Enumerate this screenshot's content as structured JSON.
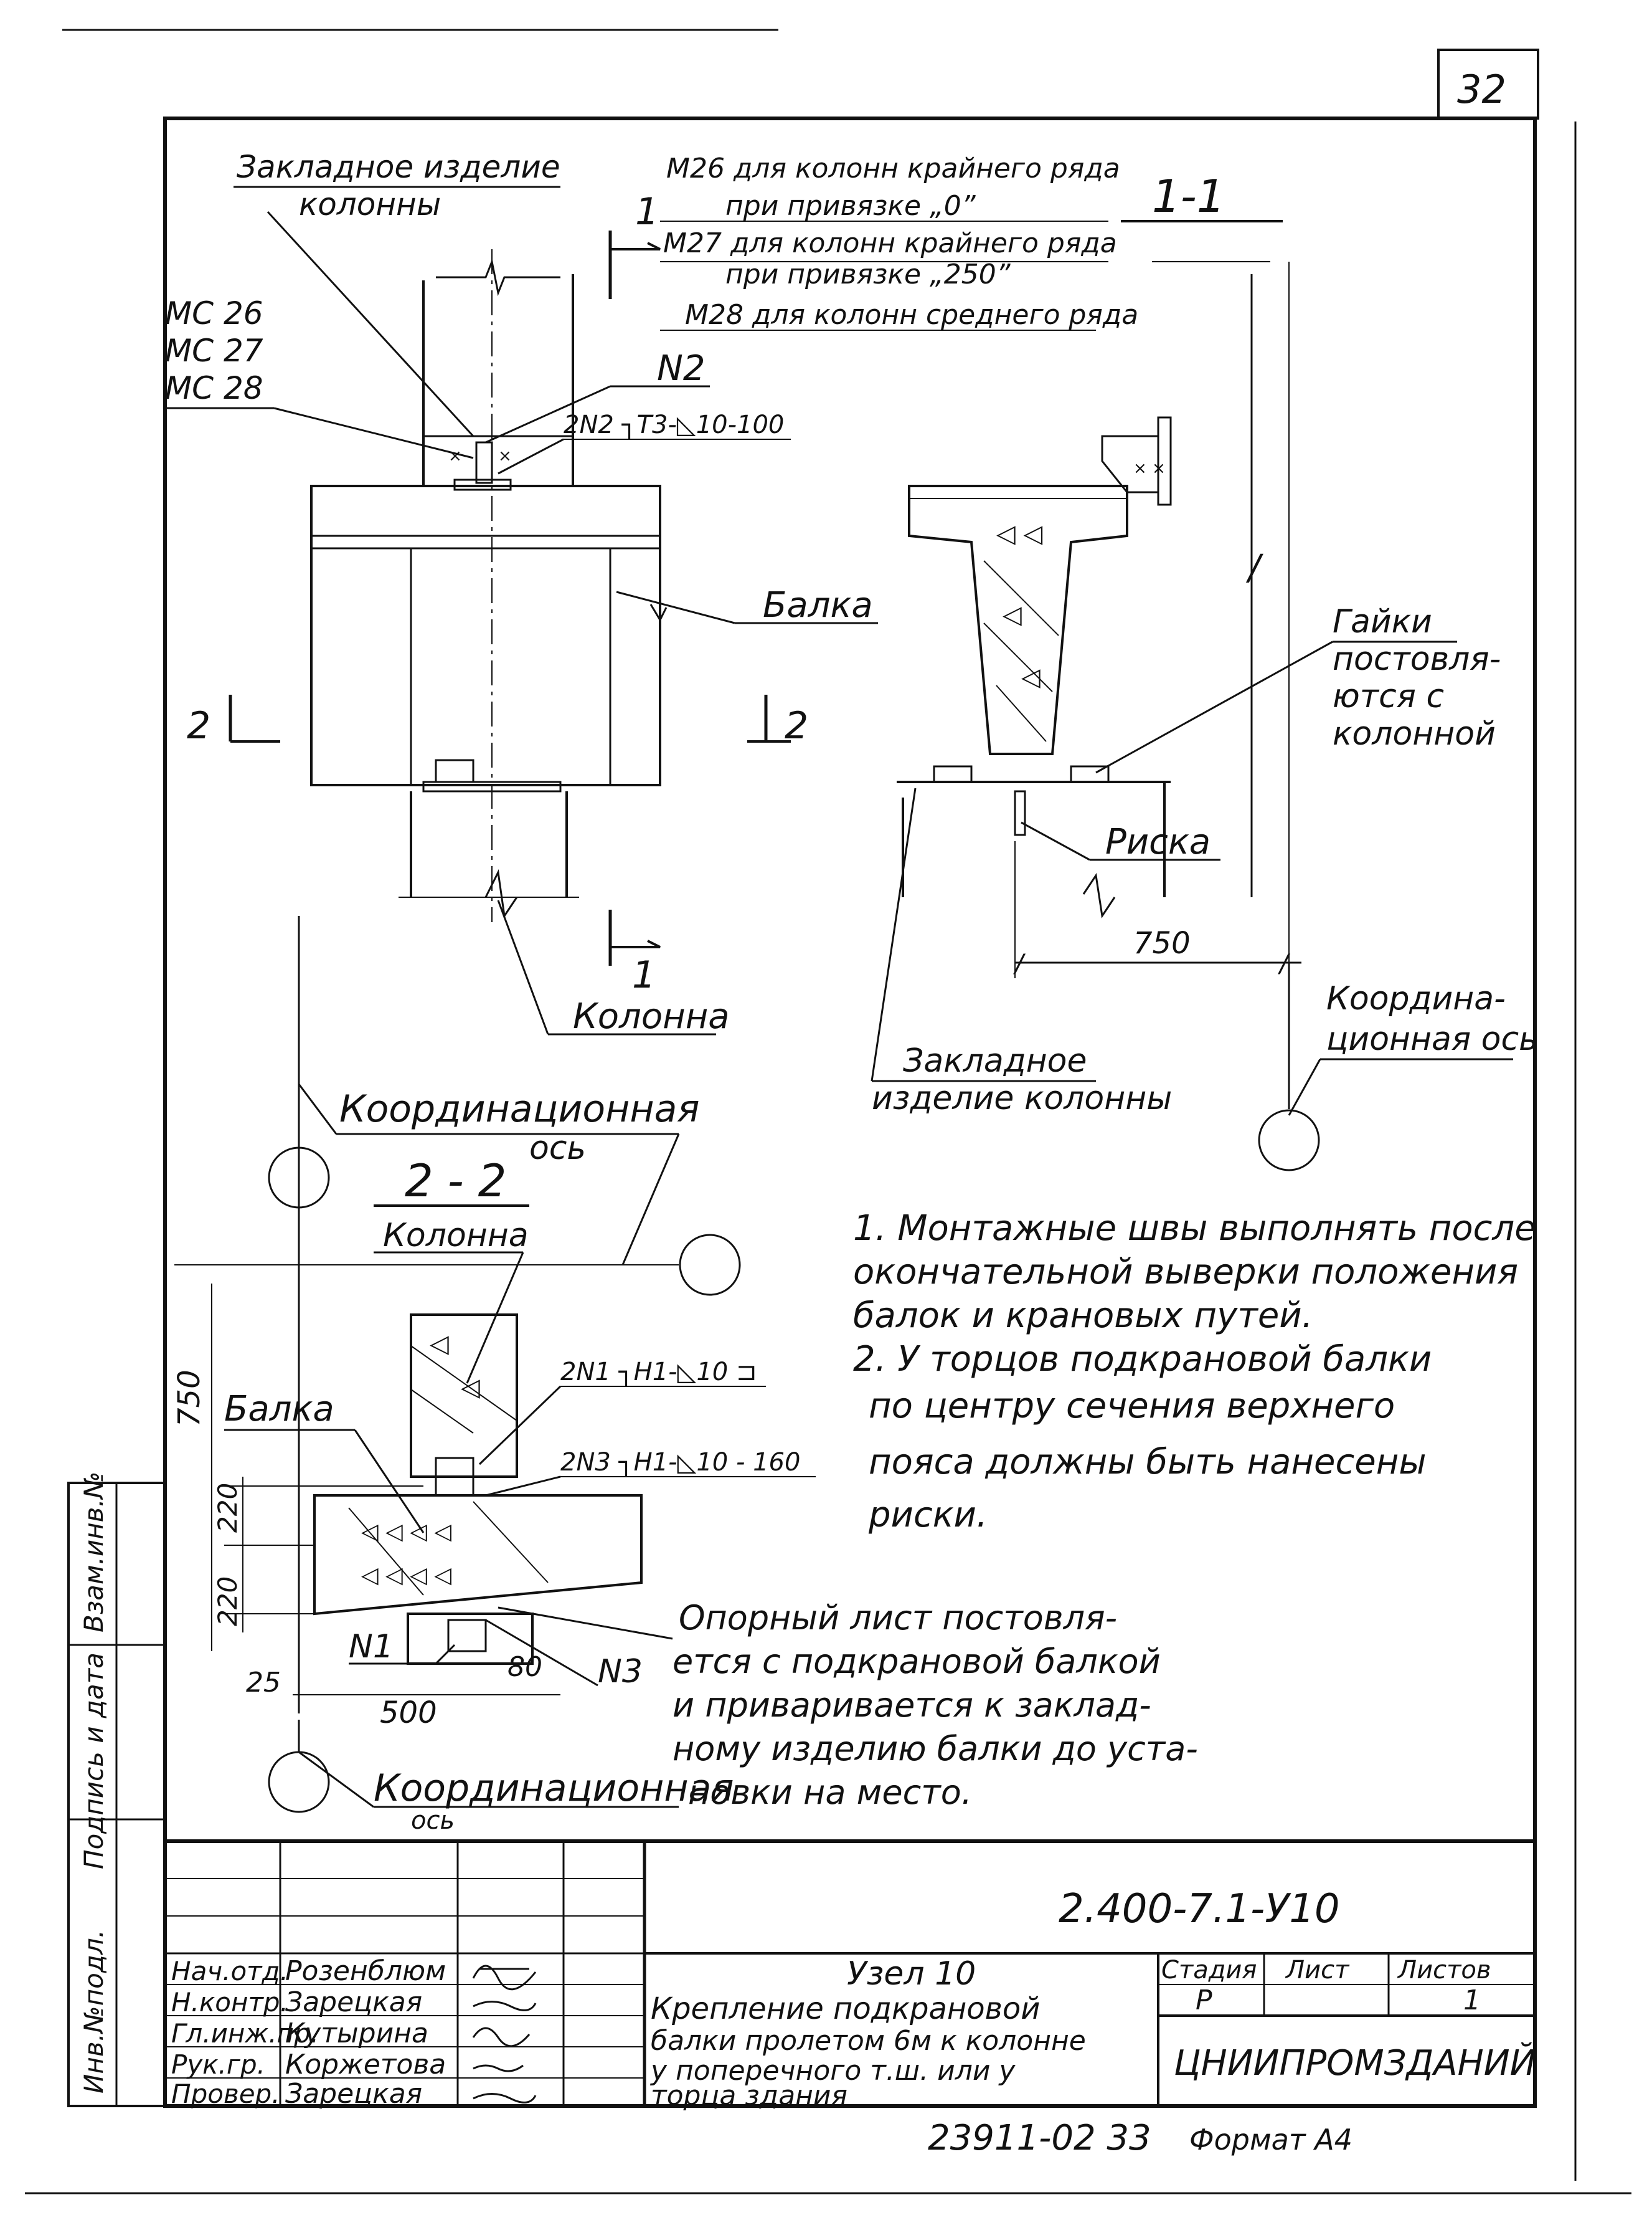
{
  "sheet": {
    "page_number": "32",
    "doc_code": "2.400-7.1-У10",
    "footer_code": "23911-02 33",
    "format": "Формат А4"
  },
  "section_1_1": {
    "title": "1-1",
    "labels": {
      "column_embed_top": [
        "Закладное изделие",
        "колонны"
      ],
      "m26": [
        "М26 для колонн крайнего ряда",
        "при привязке „0”"
      ],
      "m27": [
        "М27 для колонн крайнего ряда",
        "при привязке „250”"
      ],
      "m28": "М28 для колонн среднего ряда",
      "mc": [
        "МС 26",
        "МС 27",
        "МС 28"
      ],
      "n2": "N2",
      "weld_n2": "2N2 ┐Т3-◺10-100",
      "beam": "Балка",
      "nuts": [
        "Гайки",
        "постовля-",
        "ются с",
        "колонной"
      ],
      "mark": "Риска",
      "dim_750": "750",
      "coord_axis": [
        "Координа-",
        "ционная ось"
      ],
      "embed_bottom": [
        "Закладное",
        "изделие колонны"
      ],
      "column": "Колонна",
      "cut_1": "1",
      "cut_2": "2"
    }
  },
  "section_2_2": {
    "title": "2 - 2",
    "column": "Колонна",
    "coord_axis": [
      "Координационная",
      "ось"
    ],
    "beam": "Балка",
    "weld_n1": "2N1 ┐Н1-◺10 ⊐",
    "weld_n3": "2N3 ┐Н1-◺10 - 160",
    "dims": [
      "750",
      "220",
      "220",
      "25",
      "500",
      "80"
    ],
    "n1": "N1",
    "n3": "N3",
    "support_plate": [
      "Опорный лист постовля-",
      "ется с подкрановой балкой",
      "и приваривается к заклад-",
      "ному изделию балки до уста-",
      "новки на место."
    ],
    "coord_axis_bottom": [
      "Координационная",
      "ось"
    ]
  },
  "notes": [
    "1. Монтажные швы выполнять после",
    "окончательной выверки положения",
    "балок и крановых путей.",
    "2. У торцов подкрановой балки",
    "по центру сечения верхнего",
    "пояса должны быть нанесены",
    "риски."
  ],
  "title_block": {
    "roles": [
      "Нач.отд.",
      "Н.контр.",
      "Гл.инж.пр.",
      "Рук.гр.",
      "Провер."
    ],
    "names": [
      "Розенблюм",
      "Зарецкая",
      "Кутырина",
      "Коржетова",
      "Зарецкая"
    ],
    "title": [
      "Узел 10",
      "Крепление подкрановой",
      "балки пролетом 6м к колонне",
      "у поперечного т.ш. или у",
      "торца здания"
    ],
    "stage_head": "Стадия",
    "sheet_head": "Лист",
    "sheets_head": "Листов",
    "stage": "Р",
    "sheets": "1",
    "org": "ЦНИИПРОМЗДАНИЙ"
  },
  "side_stamp": [
    "Инв.№подл.",
    "Подпись и дата",
    "Взам.инв.№"
  ]
}
